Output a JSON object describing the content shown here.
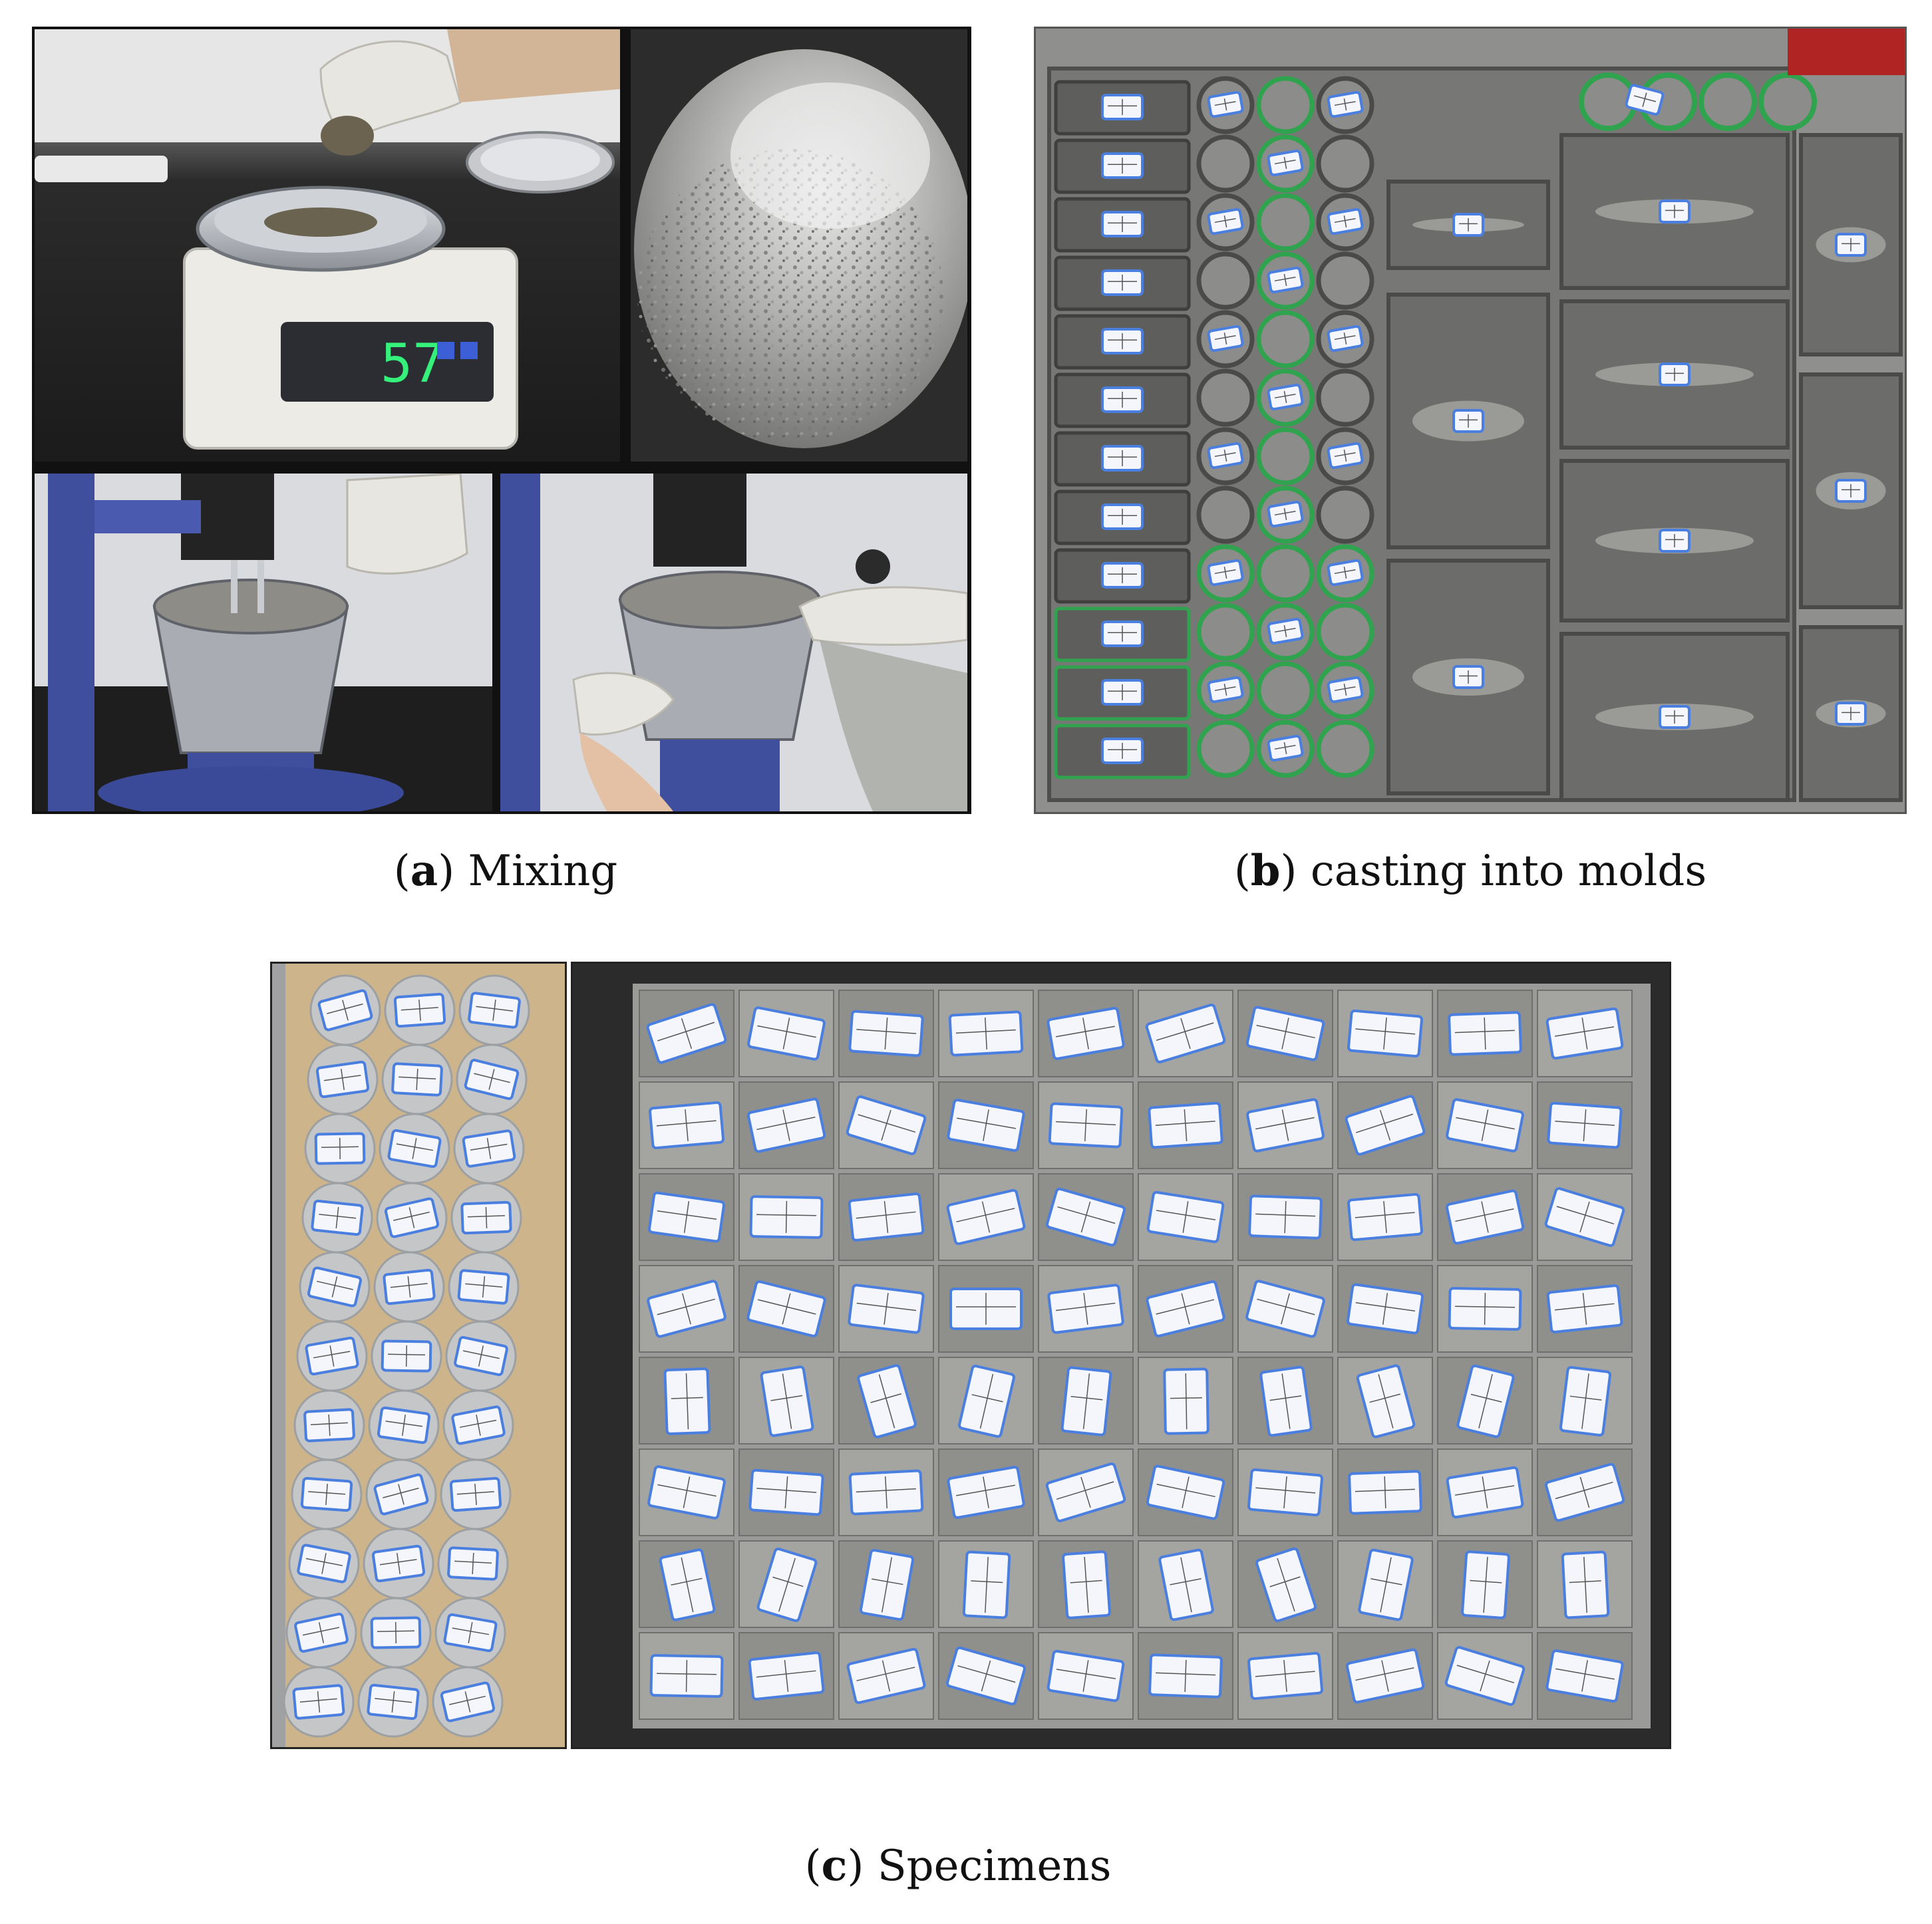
{
  "figure": {
    "panels": [
      {
        "id": "a",
        "letter": "a",
        "caption": "Mixing"
      },
      {
        "id": "b",
        "letter": "b",
        "caption": "casting into molds"
      },
      {
        "id": "c",
        "letter": "c",
        "caption": "Specimens"
      }
    ],
    "scale_display": {
      "value": "57"
    },
    "colors": {
      "concrete": "#8c8c8a",
      "concrete_dark": "#5e5e5c",
      "mold_green": "#2fa34d",
      "label_blue": "#4a7fe0",
      "label_white": "#f4f6fb",
      "steel": "#bfc3c8",
      "mixer_blue": "#3f4f9e",
      "glove": "#e8e6e0",
      "wood": "#cdb48a"
    }
  }
}
